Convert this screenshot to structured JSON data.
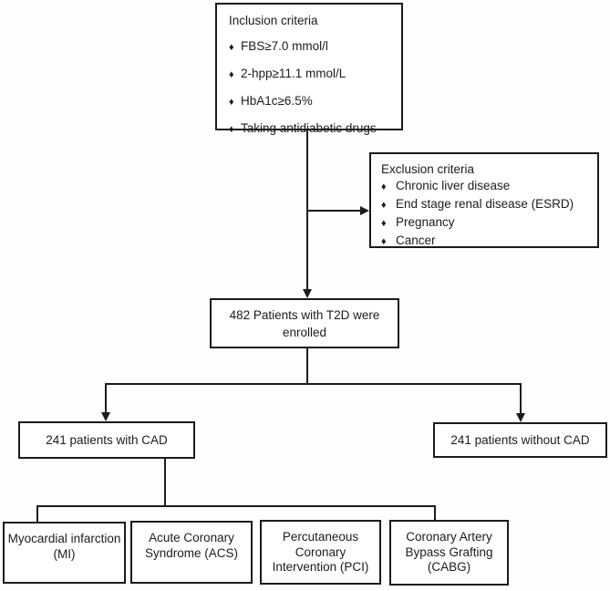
{
  "diagram": {
    "bullet_glyph": "♦",
    "inclusion": {
      "title": "Inclusion criteria",
      "items": [
        "FBS≥7.0 mmol/l",
        "2-hpp≥11.1 mmol/L",
        "HbA1c≥6.5%",
        "Taking antidiabetic drugs"
      ]
    },
    "exclusion": {
      "title": "Exclusion criteria",
      "items": [
        "Chronic liver disease",
        "End stage renal disease (ESRD)",
        "Pregnancy",
        "Cancer"
      ]
    },
    "enrolled": "482 Patients with T2D were enrolled",
    "with_cad": "241 patients with CAD",
    "without_cad": "241 patients without CAD",
    "outcomes": [
      "Myocardial infarction (MI)",
      "Acute Coronary Syndrome (ACS)",
      "Percutaneous Coronary Intervention (PCI)",
      "Coronary Artery Bypass Grafting (CABG)"
    ],
    "colors": {
      "line": "#1b1b1b",
      "box_border": "#1b1b1b",
      "background": "#fefefe",
      "text": "#1c1c1c"
    }
  }
}
